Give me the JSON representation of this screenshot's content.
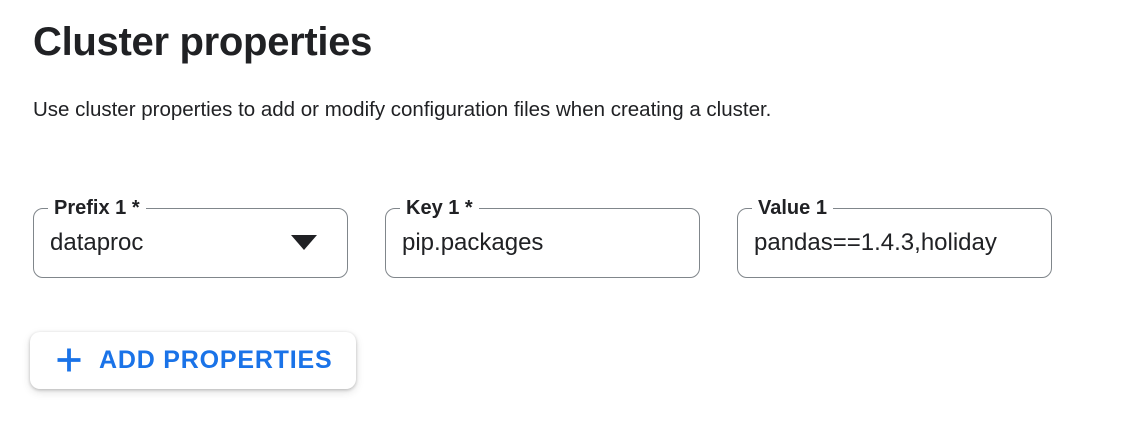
{
  "header": {
    "title": "Cluster properties",
    "description": "Use cluster properties to add or modify configuration files when creating a cluster."
  },
  "properties_form": {
    "rows": [
      {
        "prefix": {
          "label": "Prefix 1 *",
          "value": "dataproc",
          "control": "dropdown",
          "icon": "dropdown-arrow-icon"
        },
        "key": {
          "label": "Key 1 *",
          "value": "pip.packages",
          "control": "text-input"
        },
        "value": {
          "label": "Value 1",
          "value": "pandas==1.4.3,holiday",
          "control": "text-input"
        }
      }
    ],
    "add_button": {
      "label": "ADD PROPERTIES",
      "icon": "plus-icon"
    }
  },
  "theme": {
    "accent_blue": "#1a73e8",
    "text_primary": "#202124",
    "field_border_gray": "#80868b",
    "background": "#ffffff"
  }
}
